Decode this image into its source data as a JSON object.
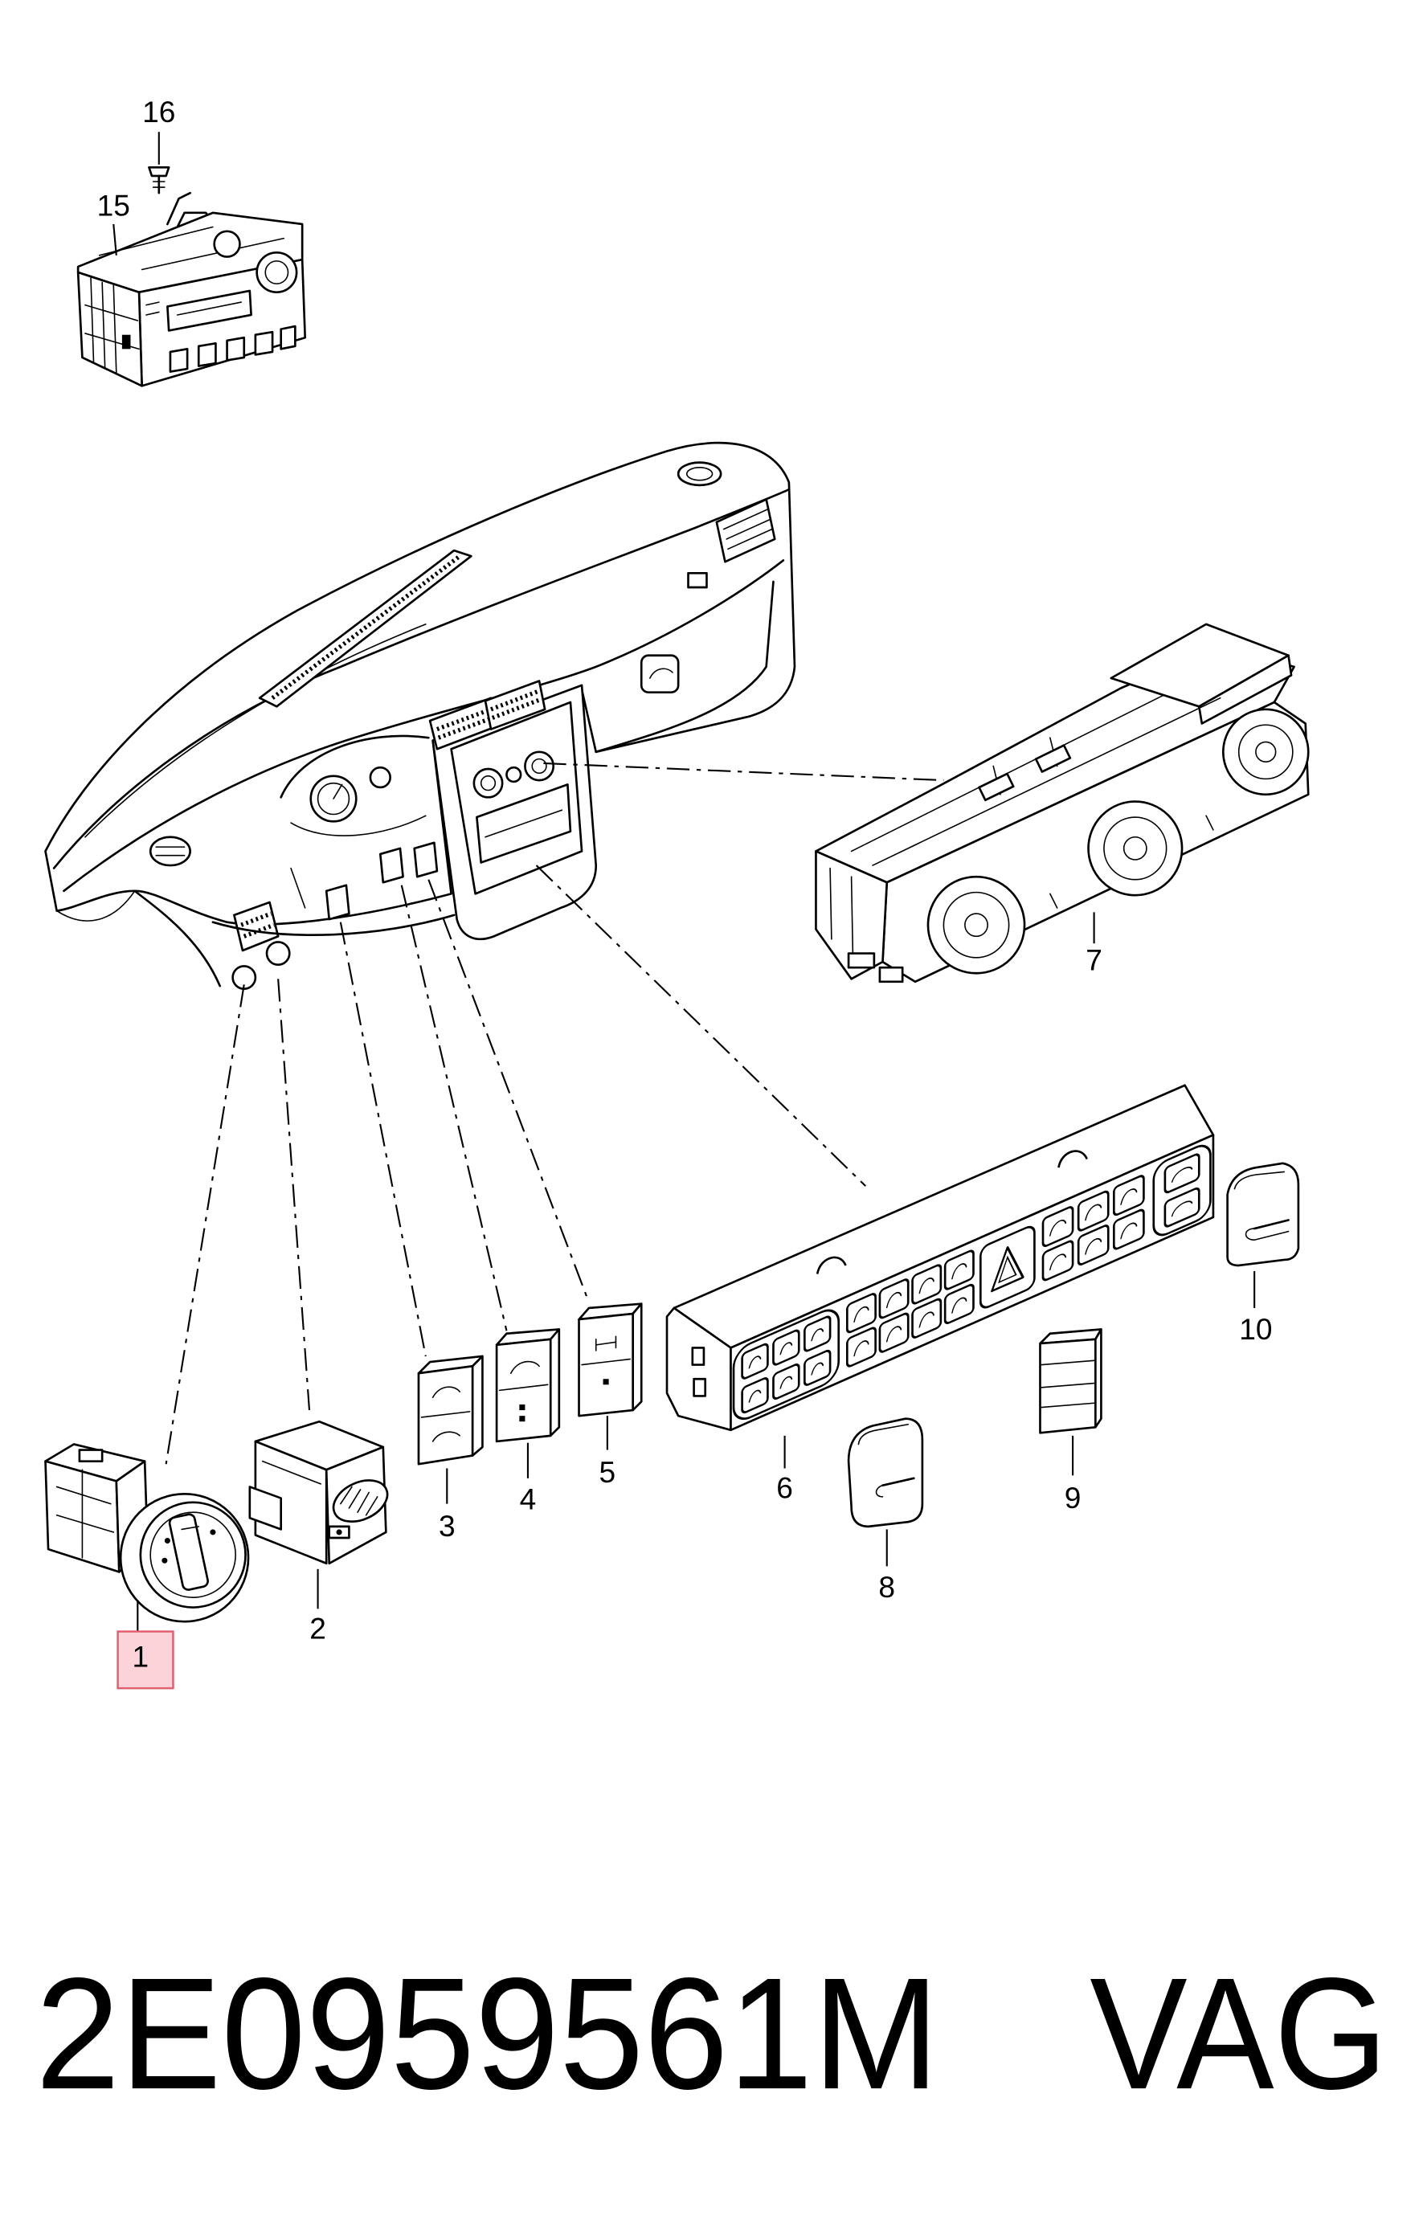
{
  "callouts": {
    "c1": "1",
    "c2": "2",
    "c3": "3",
    "c4": "4",
    "c5": "5",
    "c6": "6",
    "c7": "7",
    "c8": "8",
    "c9": "9",
    "c10": "10",
    "c15": "15",
    "c16": "16"
  },
  "part_number": "2E0959561M",
  "brand": "VAG",
  "colors": {
    "line": "#000000",
    "background": "#ffffff",
    "highlight_fill": "#fcd3d9",
    "highlight_stroke": "#e0606f"
  }
}
